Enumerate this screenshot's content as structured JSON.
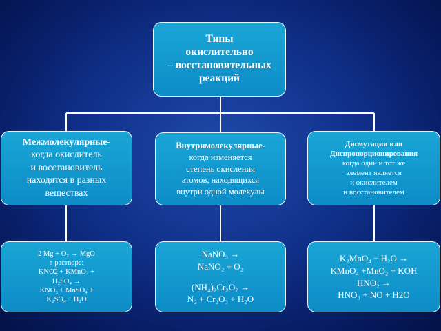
{
  "root": {
    "lines": [
      "Типы",
      "окислительно",
      "– восстановительных",
      "реакций"
    ]
  },
  "categories": [
    {
      "title": "Межмолекулярные-",
      "lines": [
        "когда окислитель",
        "и восстановитель",
        "находятся в разных",
        "веществах"
      ]
    },
    {
      "title": "Внутримолекулярные-",
      "lines": [
        "когда изменяется",
        "степень окисления",
        "атомов, находящихся",
        "внутри одной молекулы"
      ]
    },
    {
      "title_lines": [
        "Дисмутации или",
        "Диспропорционирования"
      ],
      "lines": [
        "когда один и тот же",
        "элемент является",
        "и окислителем",
        "и восстановителем"
      ]
    }
  ],
  "examples": [
    {
      "lines": [
        "2 Mg + O₂ → MgO",
        "в растворе:",
        "KNO2 + KMnO₄ +",
        "H₂SO₄ →",
        "KNO₃ + MnSO₄ +",
        "K₂SO₄ + H₂O"
      ]
    },
    {
      "lines": [
        "NaNO₃ →",
        "NaNO₂ + O₂",
        "(NH₄)₂Cr₂O₇ →",
        "N₂ + Cr₂O₃ + H₂O"
      ]
    },
    {
      "lines": [
        "K₂MnO₄ + H₂O →",
        "KMnO₄ +MnO₂ + KOH",
        "HNO₂ →",
        "HNO₃ + NO + H2O"
      ]
    }
  ],
  "colors": {
    "box_fill": "#0d8cc6",
    "box_border": "#e8f4ff",
    "connector": "#ffffff",
    "background": "#10308a"
  }
}
